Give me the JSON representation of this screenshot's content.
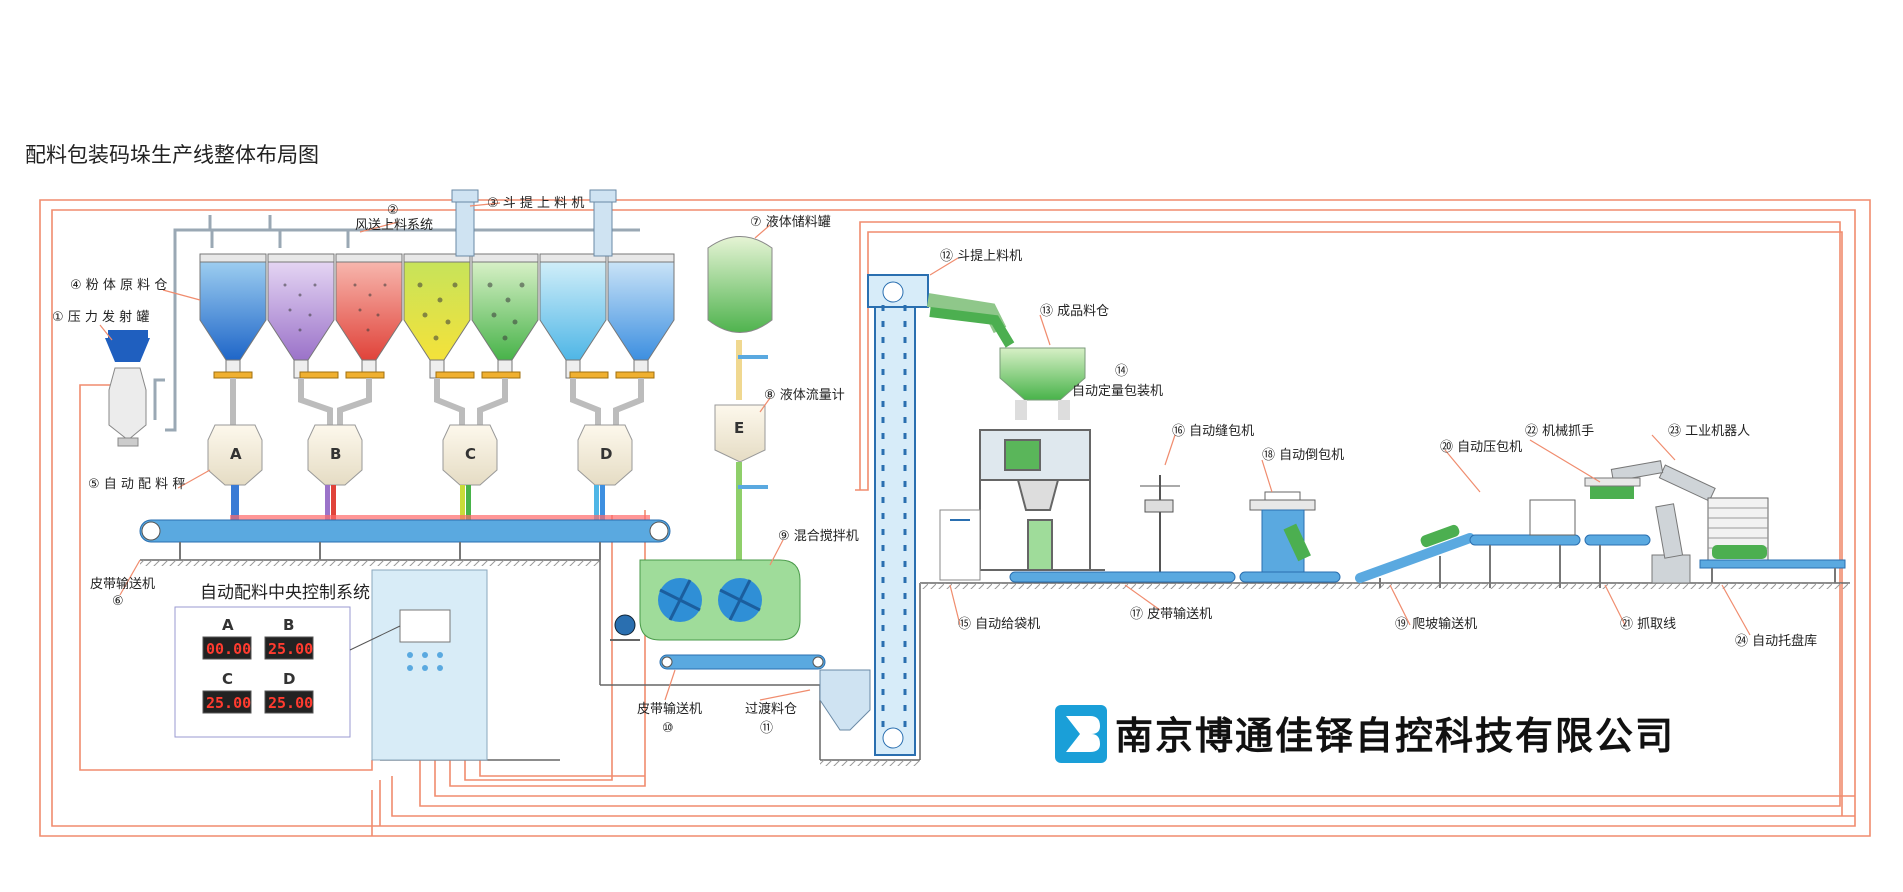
{
  "title": "配料包装码垛生产线整体布局图",
  "company": "南京博通佳铎自控科技有限公司",
  "control_panel": {
    "title": "自动配料中央控制系统",
    "displays": [
      {
        "letter": "A",
        "value": "00.00"
      },
      {
        "letter": "B",
        "value": "25.00"
      },
      {
        "letter": "C",
        "value": "25.00"
      },
      {
        "letter": "D",
        "value": "25.00"
      }
    ]
  },
  "scale_letters": [
    "A",
    "B",
    "C",
    "D"
  ],
  "tank_letter": "E",
  "labels": {
    "l1": "① 压 力 发 射 罐",
    "l2_num": "②",
    "l2": "风送上料系统",
    "l3": "③ 斗 提 上 料 机",
    "l4": "④ 粉 体 原 料 仓",
    "l5": "⑤ 自 动 配 料 秤",
    "l6": "皮带输送机",
    "l6_num": "⑥",
    "l7": "⑦ 液体储料罐",
    "l8": "⑧ 液体流量计",
    "l9": "⑨ 混合搅拌机",
    "l10": "皮带输送机",
    "l10_num": "⑩",
    "l11": "过渡料仓",
    "l11_num": "⑪",
    "l12": "⑫ 斗提上料机",
    "l13": "⑬ 成品料仓",
    "l14_num": "⑭",
    "l14": "自动定量包装机",
    "l15": "⑮ 自动给袋机",
    "l16": "⑯ 自动缝包机",
    "l17": "⑰ 皮带输送机",
    "l18": "⑱ 自动倒包机",
    "l19": "⑲ 爬坡输送机",
    "l20": "⑳ 自动压包机",
    "l21": "㉑ 抓取线",
    "l22": "㉒ 机械抓手",
    "l23": "㉓ 工业机器人",
    "l24": "㉔ 自动托盘库"
  },
  "colors": {
    "wire": "#f08c6e",
    "belt": "#5aa9e0",
    "belt_dark": "#2a6fb0",
    "green": "#44b04a",
    "cabinet": "#d8ecf7"
  }
}
